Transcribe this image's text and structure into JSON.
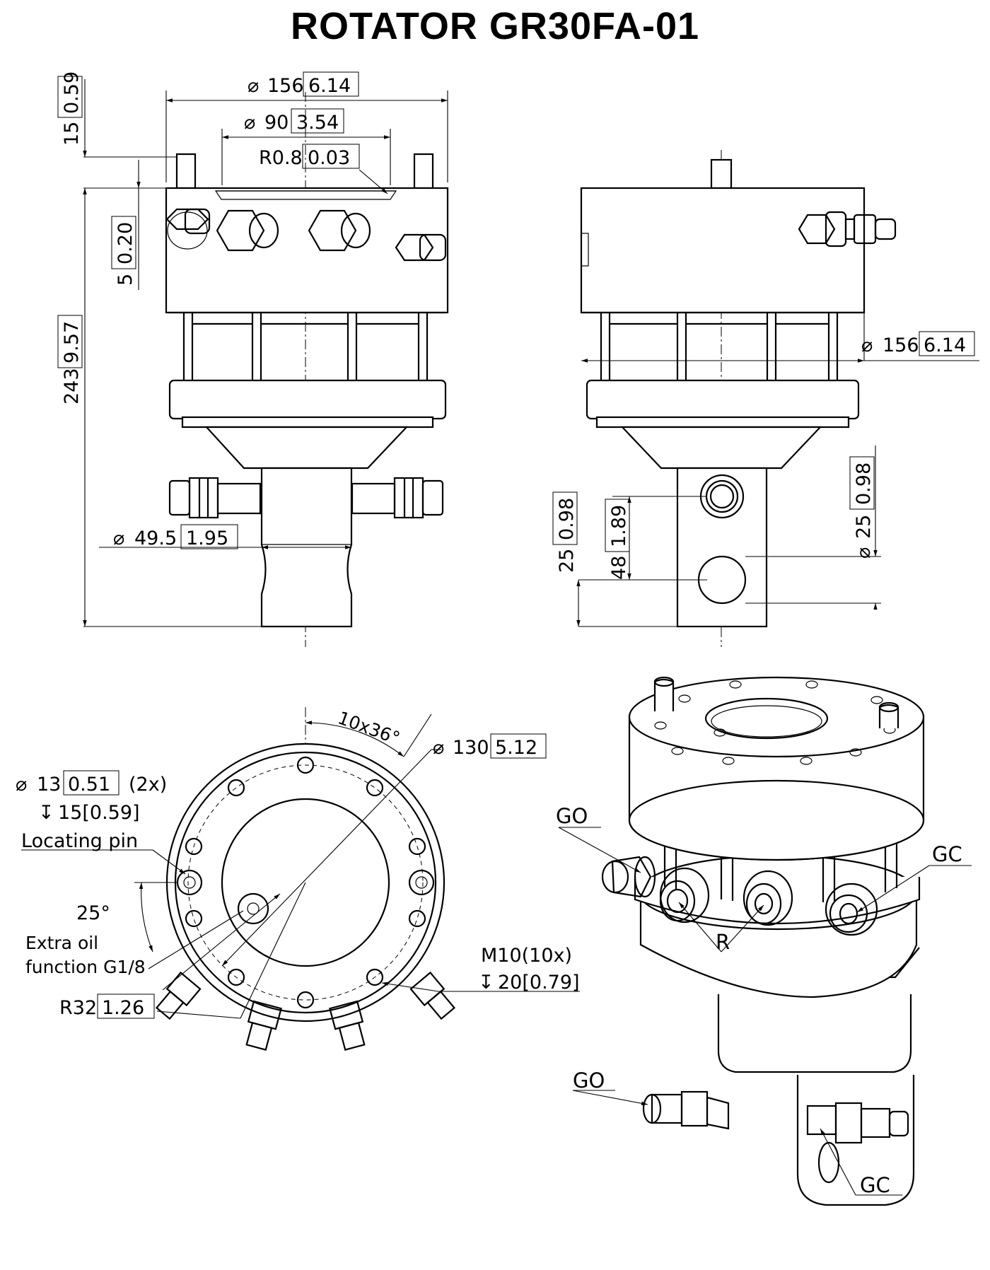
{
  "title": "ROTATOR  GR30FA-01",
  "front": {
    "d156": "156",
    "d156_in": "6.14",
    "d90": "90",
    "d90_in": "3.54",
    "r08": "R0.8",
    "r08_in": "0.03",
    "h15": "15",
    "h15_in": "0.59",
    "h5": "5",
    "h5_in": "0.20",
    "h243": "243",
    "h243_in": "9.57",
    "d49": "49.5",
    "d49_in": "1.95"
  },
  "side": {
    "d156": "156",
    "d156_in": "6.14",
    "d25": "25",
    "d25_in": "0.98",
    "h25": "25",
    "h25_in": "0.98",
    "h48": "48",
    "h48_in": "1.89"
  },
  "bottom": {
    "angle": "10x36°",
    "d130": "130",
    "d130_in": "5.12",
    "d13": "13",
    "d13_in": "0.51",
    "d13_qty": "(2x)",
    "depth15": "15[0.59]",
    "locating_pin": "Locating pin",
    "angle25": "25°",
    "extra_oil_1": "Extra oil",
    "extra_oil_2": "function G1/8",
    "r32": "R32",
    "r32_in": "1.26",
    "m10": "M10(10x)",
    "depth20": "20[0.79]"
  },
  "iso": {
    "go_top": "GO",
    "gc_top": "GC",
    "r": "R",
    "go_bot": "GO",
    "gc_bot": "GC"
  },
  "symbols": {
    "diameter": "⌀",
    "depth": "↧"
  }
}
